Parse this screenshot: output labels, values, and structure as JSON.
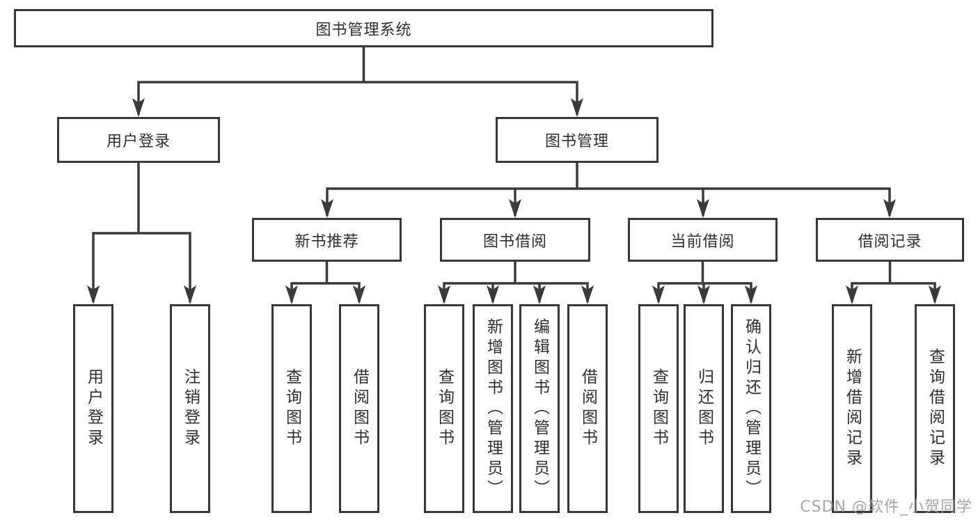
{
  "colors": {
    "line": "#3a3a3a",
    "box_border": "#383838",
    "text": "#2f2f2f",
    "background": "#ffffff",
    "watermark": "#9b9b9b"
  },
  "tree": {
    "root": {
      "label": "图书管理系统"
    },
    "level2": [
      {
        "label": "用户登录"
      },
      {
        "label": "图书管理"
      }
    ],
    "level3": [
      {
        "label": "新书推荐"
      },
      {
        "label": "图书借阅"
      },
      {
        "label": "当前借阅"
      },
      {
        "label": "借阅记录"
      }
    ],
    "leaves": [
      {
        "label": "用户登录"
      },
      {
        "label": "注销登录"
      },
      {
        "label": "查询图书"
      },
      {
        "label": "借阅图书"
      },
      {
        "label": "查询图书"
      },
      {
        "label": "新增图书（管理员）"
      },
      {
        "label": "编辑图书（管理员）"
      },
      {
        "label": "借阅图书"
      },
      {
        "label": "查询图书"
      },
      {
        "label": "归还图书"
      },
      {
        "label": "确认归还（管理员）"
      },
      {
        "label": "新增借阅记录"
      },
      {
        "label": "查询借阅记录"
      }
    ]
  },
  "watermark": {
    "text": "CSDN @软件_小贺同学"
  }
}
